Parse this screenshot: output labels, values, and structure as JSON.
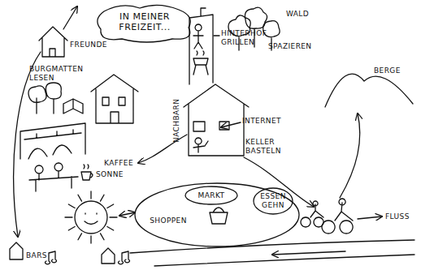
{
  "diagram": {
    "title": "IN MEINER FREIZEIT...",
    "nodes": [
      {
        "text": [
          "SHOPPEN"
        ]
      },
      {
        "text": [
          "MARKT"
        ],
        "in": 0
      },
      {
        "text": [
          "ESSEN GEHN"
        ],
        "in": 0
      }
    ],
    "labels": [
      "FREUNDE",
      "WALD",
      "SPAZIEREN",
      "HINTERHOF GRILLEN",
      "BURGMATTEN LESEN",
      "INTERNET",
      "NACHBARN",
      "KELLER BASTELN",
      "BERGE",
      "KAFFEE",
      "SONNE",
      "FLUSS",
      "BARS"
    ]
  }
}
